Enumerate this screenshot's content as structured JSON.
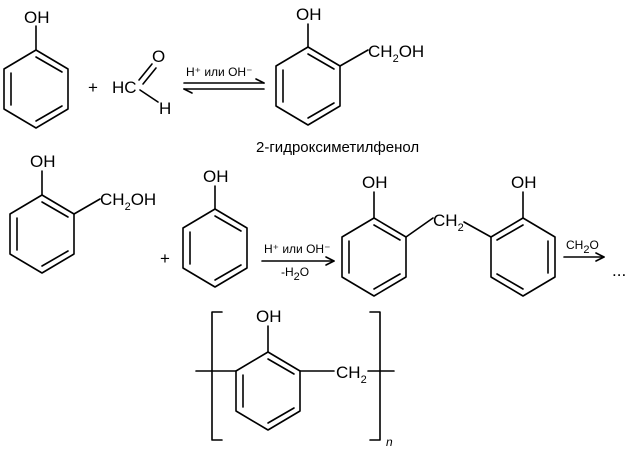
{
  "labels": {
    "oh": "OH",
    "ch2oh_main": "CH",
    "ch2oh_sub": "2",
    "ch2oh_tail": "OH",
    "ch2_main": "CH",
    "ch2_sub": "2",
    "hc": "HC",
    "o": "O",
    "h": "H",
    "plus": "+",
    "dots": "..."
  },
  "reaction1": {
    "catalyst": "H⁺ или OH⁻",
    "product_name": "2-гидроксиметилфенол"
  },
  "reaction2": {
    "catalyst": "H⁺ или OH⁻",
    "byproduct": "-H",
    "byproduct_sub": "2",
    "byproduct_tail": "O",
    "reagent_main": "CH",
    "reagent_sub": "2",
    "reagent_tail": "O"
  },
  "polymer": {
    "repeat": "n"
  }
}
